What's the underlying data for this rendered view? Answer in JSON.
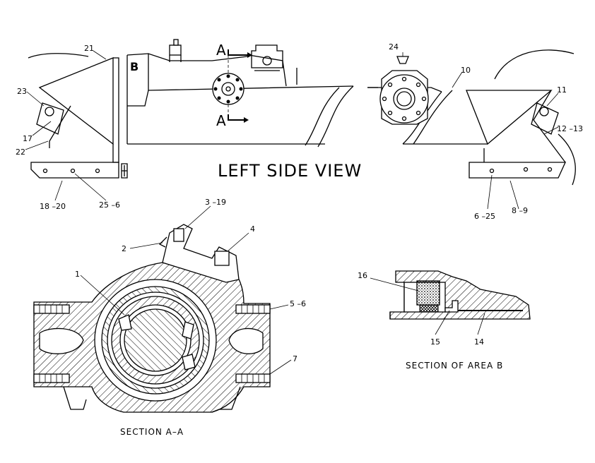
{
  "view_title": "LEFT SIDE VIEW",
  "section_aa_caption": "SECTION A–A",
  "section_b_caption": "SECTION OF AREA B",
  "section_letter_top": "A",
  "section_letter_bottom": "A",
  "area_letter": "B",
  "callouts": {
    "c21": "21",
    "c23": "23",
    "c17": "17",
    "c22": "22",
    "c18_20": "18 –20",
    "c25_6": "25 –6",
    "c24": "24",
    "c10": "10",
    "c11": "11",
    "c12_13": "12 –13",
    "c6_25": "6 –25",
    "c8_9": "8 –9",
    "c3_19": "3 –19",
    "c2": "2",
    "c4": "4",
    "c1": "1",
    "c5_6": "5 –6",
    "c7": "7",
    "c16": "16",
    "c15": "15",
    "c14": "14"
  }
}
